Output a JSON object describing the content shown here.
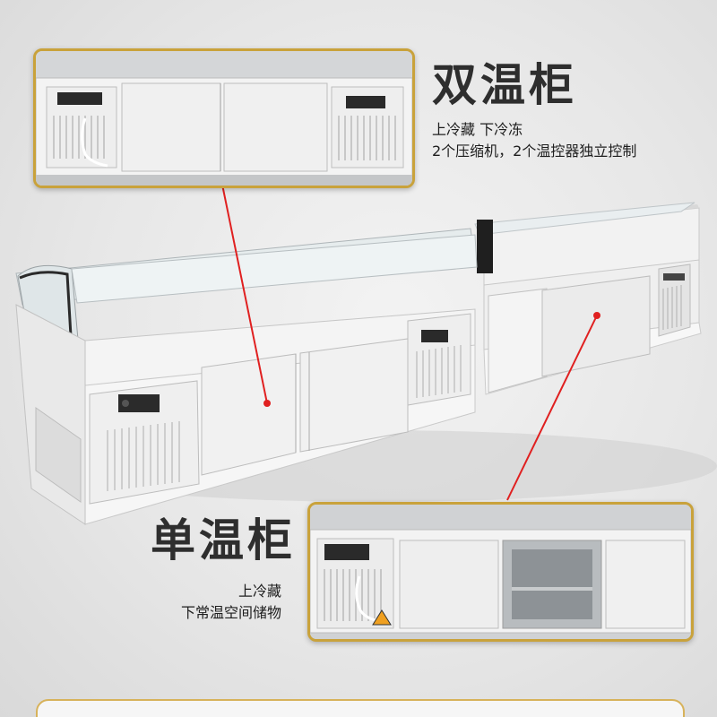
{
  "top_callout": {
    "title": "双温柜",
    "line1": "上冷藏 下冷冻",
    "line2": "2个压缩机，2个温控器独立控制"
  },
  "bottom_callout": {
    "title": "单温柜",
    "line1": "上冷藏",
    "line2": "下常温空间储物"
  },
  "colors": {
    "accent_border": "#c9a23b",
    "pointer_line": "#e02020",
    "title_text": "#2e2e2e"
  }
}
